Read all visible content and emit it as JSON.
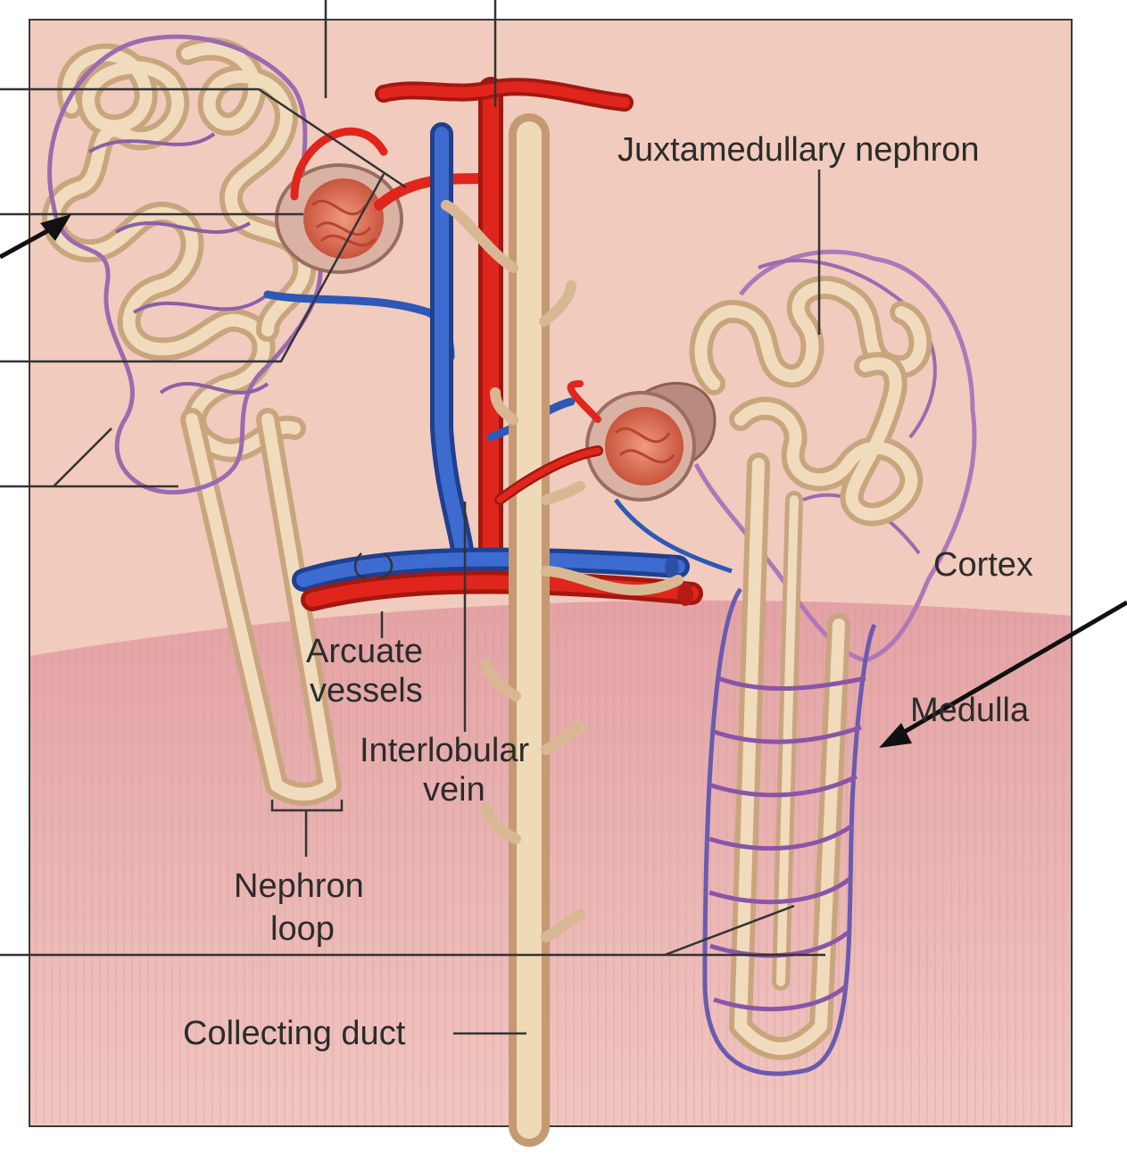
{
  "labels": {
    "juxtamedullary_nephron": "Juxtamedullary nephron",
    "cortex": "Cortex",
    "medulla": "Medulla",
    "arcuate_line1": "Arcuate",
    "arcuate_line2": "vessels",
    "interlobular_line1": "Interlobular",
    "interlobular_line2": "vein",
    "nephron_loop_line1": "Nephron",
    "nephron_loop_line2": "loop",
    "collecting_duct": "Collecting duct"
  },
  "colors": {
    "cortex_bg": "#f1cbbd",
    "medulla_bg": "#e7a9a9",
    "artery": "#e0261c",
    "vein": "#2d58b8",
    "tubule": "#e9cfaa",
    "capillary": "#9c6ab0",
    "glomerulus": "#e2785f",
    "leader": "#2b2b2b"
  }
}
